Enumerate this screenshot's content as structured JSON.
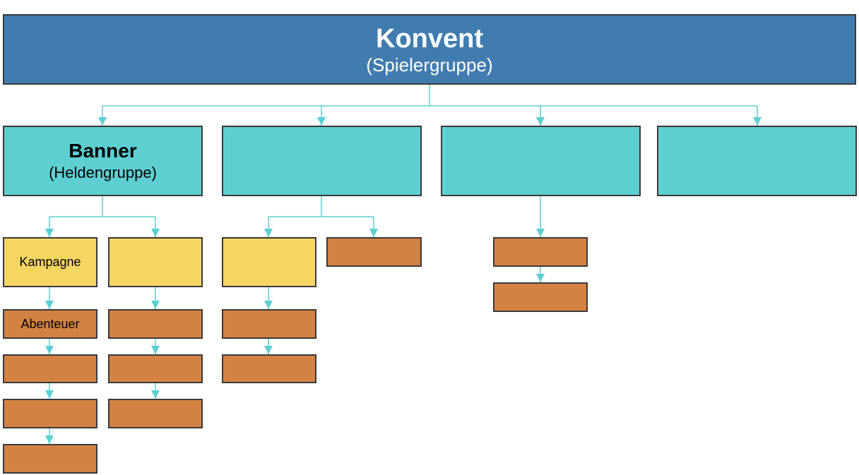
{
  "diagram": {
    "root": {
      "title": "Konvent",
      "subtitle": "(Spielergruppe)"
    },
    "banners": [
      {
        "title": "Banner",
        "subtitle": "(Heldengruppe)"
      },
      {
        "title": "",
        "subtitle": ""
      },
      {
        "title": "",
        "subtitle": ""
      },
      {
        "title": "",
        "subtitle": ""
      }
    ],
    "campaigns": [
      {
        "label": "Kampagne"
      },
      {
        "label": ""
      },
      {
        "label": ""
      }
    ],
    "adventures": [
      {
        "label": "Abenteuer"
      }
    ],
    "colors": {
      "root": "#417caf",
      "banner": "#5ecfd1",
      "campaign": "#f6d563",
      "adventure": "#d48244",
      "connector": "#5ecfd1",
      "border": "#3a3a3a"
    }
  }
}
